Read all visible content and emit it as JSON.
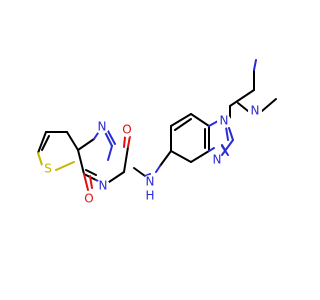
{
  "atoms": {
    "n_top_ring": {
      "text": "N",
      "color": "#2b2bd6"
    },
    "s_ring": {
      "text": "S",
      "color": "#c8b400"
    },
    "n_amide_ring": {
      "text": "N",
      "color": "#2b2bd6"
    },
    "o_ring": {
      "text": "O",
      "color": "#e01010"
    },
    "o_amide": {
      "text": "O",
      "color": "#e01010"
    },
    "n_amide": {
      "text": "N",
      "color": "#2b2bd6"
    },
    "h_amide": {
      "text": "H",
      "color": "#2b2bd6"
    },
    "n_benz1": {
      "text": "N",
      "color": "#2b2bd6"
    },
    "n_benz2": {
      "text": "N",
      "color": "#2b2bd6"
    },
    "n_dimethyl": {
      "text": "N",
      "color": "#2b2bd6"
    }
  }
}
